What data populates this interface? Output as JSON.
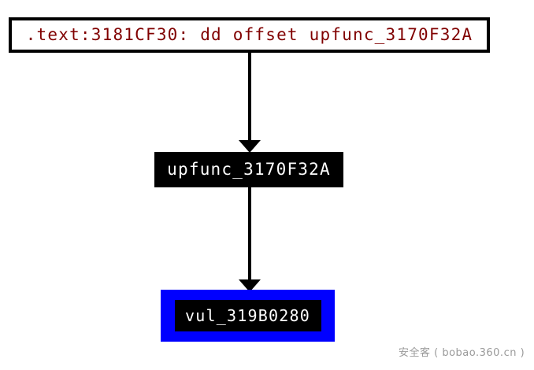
{
  "diagram": {
    "type": "xref-call-graph",
    "background_color": "#ffffff",
    "nodes": [
      {
        "id": "xref-source",
        "label": ".text:3181CF30: dd offset upfunc_3170F32A",
        "style": "white-box-black-border",
        "text_color": "#800000",
        "fill_color": "#ffffff",
        "border_color": "#000000"
      },
      {
        "id": "upfunc",
        "label": "upfunc_3170F32A",
        "style": "black-box",
        "text_color": "#ffffff",
        "fill_color": "#000000"
      },
      {
        "id": "vul",
        "label": "vul_319B0280",
        "style": "blue-highlight-box",
        "text_color": "#ffffff",
        "fill_color": "#000000",
        "highlight_color": "#0000ff"
      }
    ],
    "edges": [
      {
        "id": "edge-xref-to-upfunc",
        "from": "xref-source",
        "to": "upfunc",
        "direction": "down",
        "color": "#000000"
      },
      {
        "id": "edge-upfunc-to-vul",
        "from": "upfunc",
        "to": "vul",
        "direction": "down",
        "color": "#000000"
      }
    ]
  },
  "watermark": {
    "text": "安全客 ( bobao.360.cn )",
    "color": "#9a9a9a"
  }
}
